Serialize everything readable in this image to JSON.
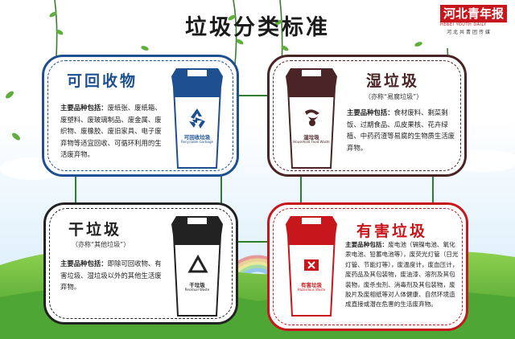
{
  "title": "垃圾分类标准",
  "logo": {
    "name": "河北青年报",
    "english": "HEBEI YOUTH DAILY",
    "tagline": "河北共青团传媒"
  },
  "colors": {
    "recyclable": "#1d4f91",
    "wet": "#4a2426",
    "dry": "#222222",
    "hazardous": "#c8161d"
  },
  "cards": {
    "recyclable": {
      "heading": "可回收物",
      "alias": "",
      "desc_label": "主要品种包括：",
      "desc_text": "废纸张、废纸箱、废塑料、废玻璃制品、废金属、废织物、废橡胶、废旧家具、电子废弃物等适宜回收、可循环利用的生活废弃物。",
      "bin_label": "可回收垃圾",
      "bin_sub": "Recyclable Garbage",
      "icon": "recycle-icon"
    },
    "wet": {
      "heading": "湿垃圾",
      "alias": "（亦称“易腐垃圾”）",
      "desc_label": "主要品种包括：",
      "desc_text": "食材废料、剩菜剩饭、过期食品、瓜皮果核、花卉绿植、中药药渣等易腐的生物质生活废弃物。",
      "bin_label": "湿垃圾",
      "bin_sub": "Household Food Waste",
      "icon": "food-waste-icon"
    },
    "dry": {
      "heading": "干垃圾",
      "alias": "（亦称“其他垃圾”）",
      "desc_label": "主要品种包括：",
      "desc_text": "即除可回收物、有害垃圾、湿垃圾以外的其他生活废弃物。",
      "bin_label": "干垃圾",
      "bin_sub": "Residual Waste",
      "icon": "triangle-arrows-icon"
    },
    "hazardous": {
      "heading": "有害垃圾",
      "alias": "",
      "desc_label": "主要品种包括：",
      "desc_text": "废电池（镉镍电池、氧化汞电池、铅蓄电池等），废荧光灯管（日光灯管、节能灯等），废温度计，废血压计，废药品及其包装物，废油漆、溶剂及其包装物，废杀虫剂、消毒剂及其包装物，废胶片及废相纸等对人体健康、自然环境造成直接或潜在危害的生活废弃物。",
      "bin_label": "有害垃圾",
      "bin_sub": "Hazardous Waste",
      "icon": "hazardous-icon"
    }
  }
}
